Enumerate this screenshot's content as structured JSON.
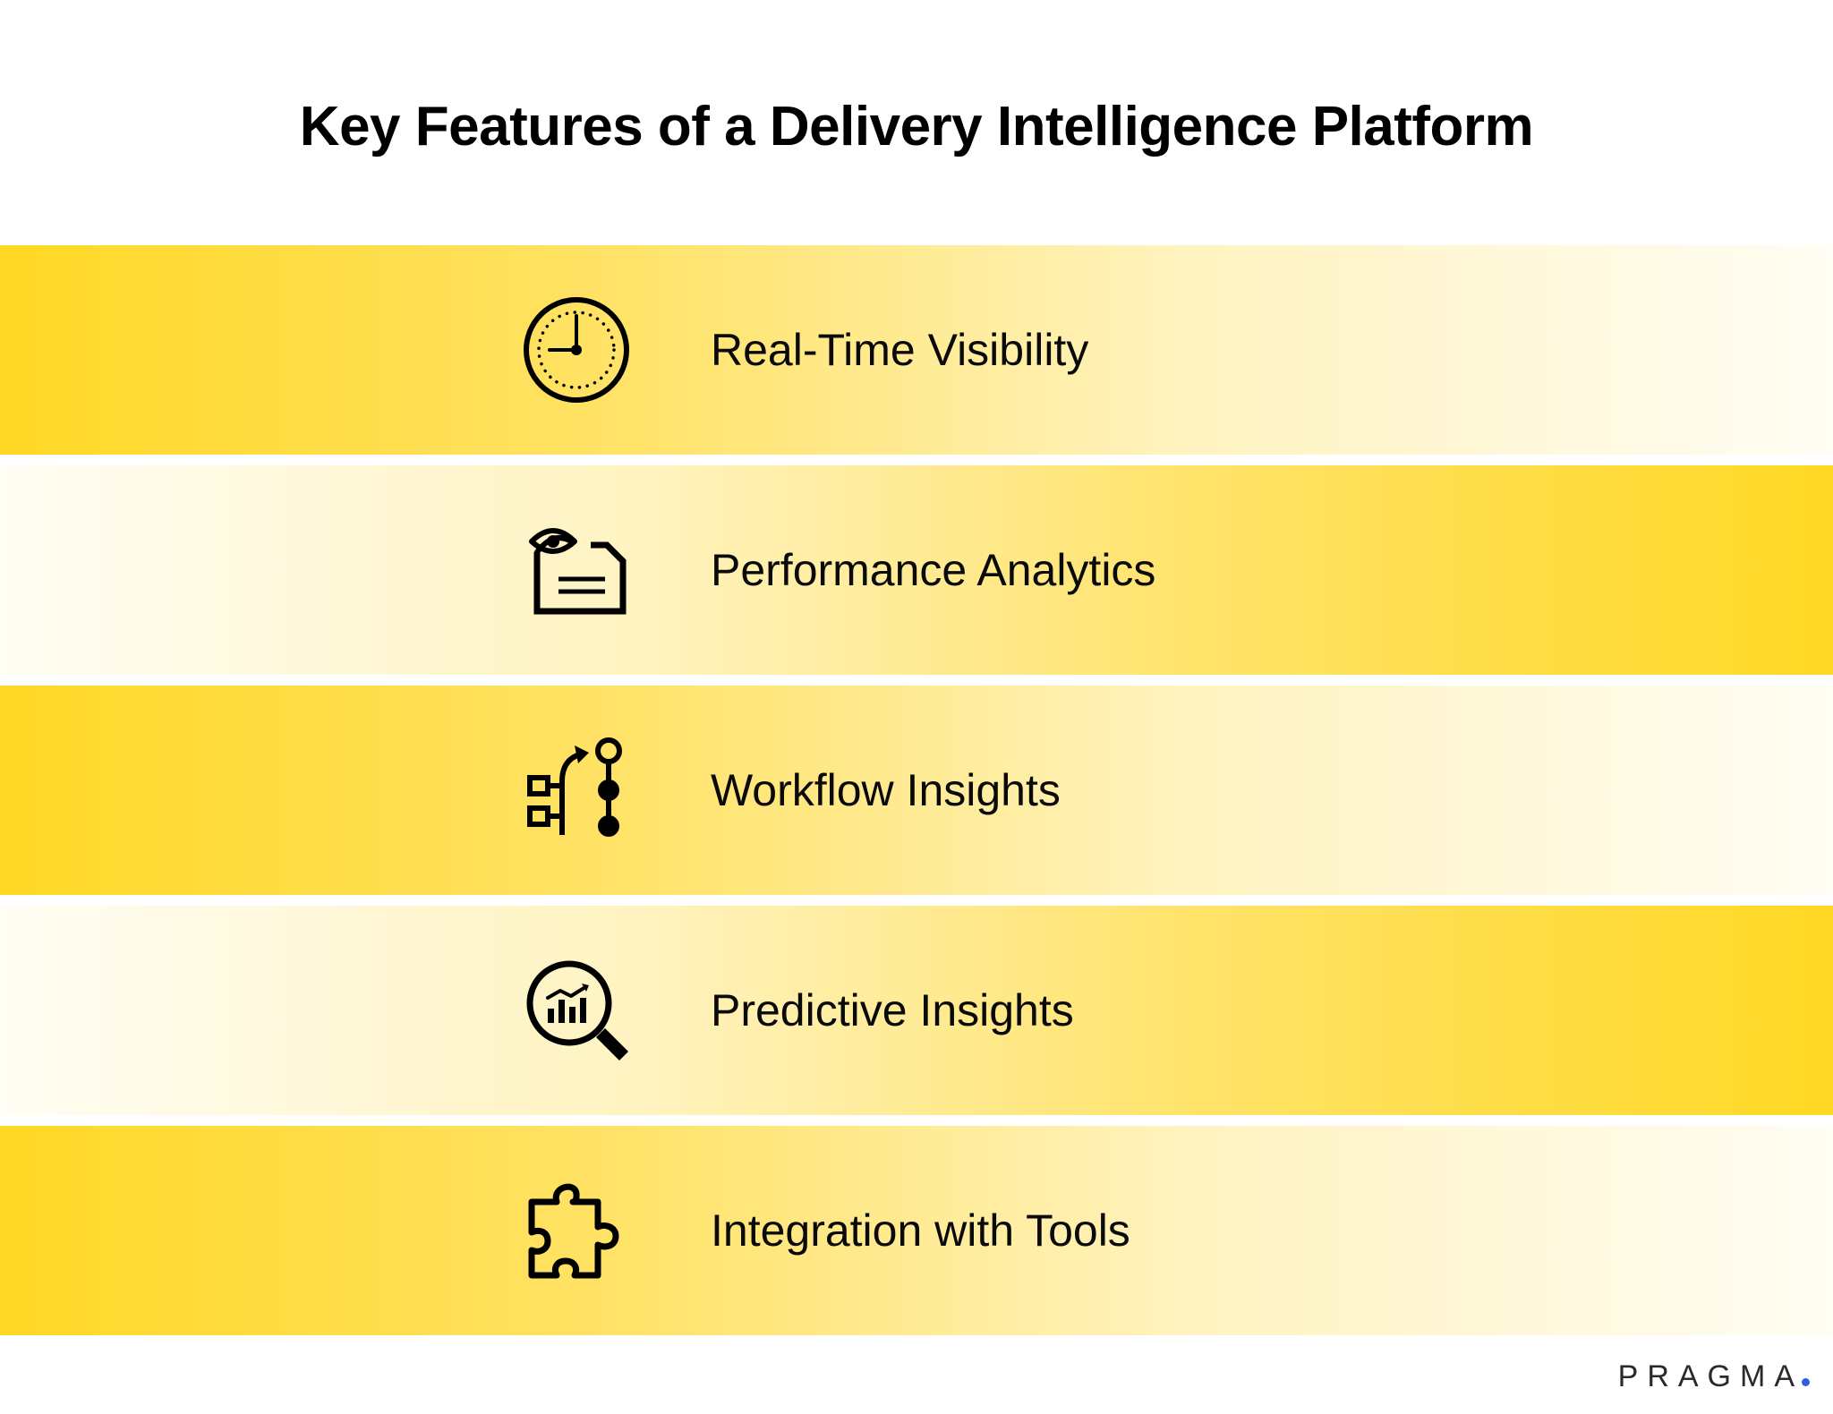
{
  "title": "Key Features of a Delivery Intelligence Platform",
  "features": [
    {
      "label": "Real-Time Visibility",
      "icon": "clock-icon",
      "gradient": "left"
    },
    {
      "label": "Performance Analytics",
      "icon": "document-eye-icon",
      "gradient": "right"
    },
    {
      "label": "Workflow Insights",
      "icon": "workflow-icon",
      "gradient": "left"
    },
    {
      "label": "Predictive Insights",
      "icon": "magnifier-chart-icon",
      "gradient": "right"
    },
    {
      "label": "Integration with Tools",
      "icon": "puzzle-piece-icon",
      "gradient": "left"
    }
  ],
  "brand": {
    "name": "PRAGMA"
  },
  "colors": {
    "band_primary": "#ffd824",
    "band_fade": "#fffdf4",
    "brand_dot": "#2f5fe0",
    "text": "#000000"
  }
}
